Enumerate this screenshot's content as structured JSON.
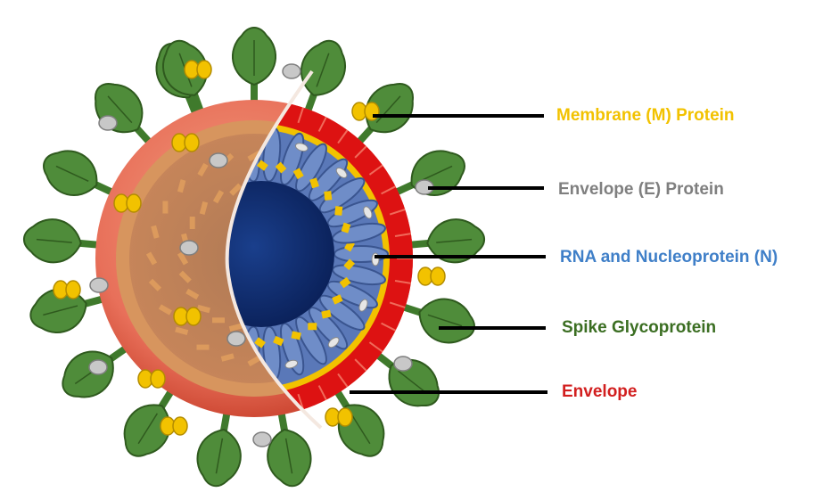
{
  "labels": {
    "membrane_protein": "Membrane (M) Protein",
    "envelope_protein": "Envelope (E) Protein",
    "rna_nucleoprotein": "RNA and Nucleoprotein (N)",
    "spike_glycoprotein": "Spike Glycoprotein",
    "envelope": "Envelope"
  },
  "colors": {
    "membrane_protein": "#f2c200",
    "envelope_protein": "#7f7f7f",
    "rna_nucleoprotein": "#3f7fc8",
    "spike_glycoprotein": "#3b6e22",
    "envelope": "#d21f1f",
    "leader_line": "#000000",
    "envelope_outer": "#e8705a",
    "envelope_cut": "#dd1212",
    "core": "#0d2d6e",
    "nucleocapsid": "#5a78b8",
    "spike_fill": "#4f8c3a"
  },
  "icons": {
    "spike": "spike-glycoprotein-icon",
    "m_protein": "membrane-protein-icon",
    "e_protein": "envelope-protein-icon"
  }
}
